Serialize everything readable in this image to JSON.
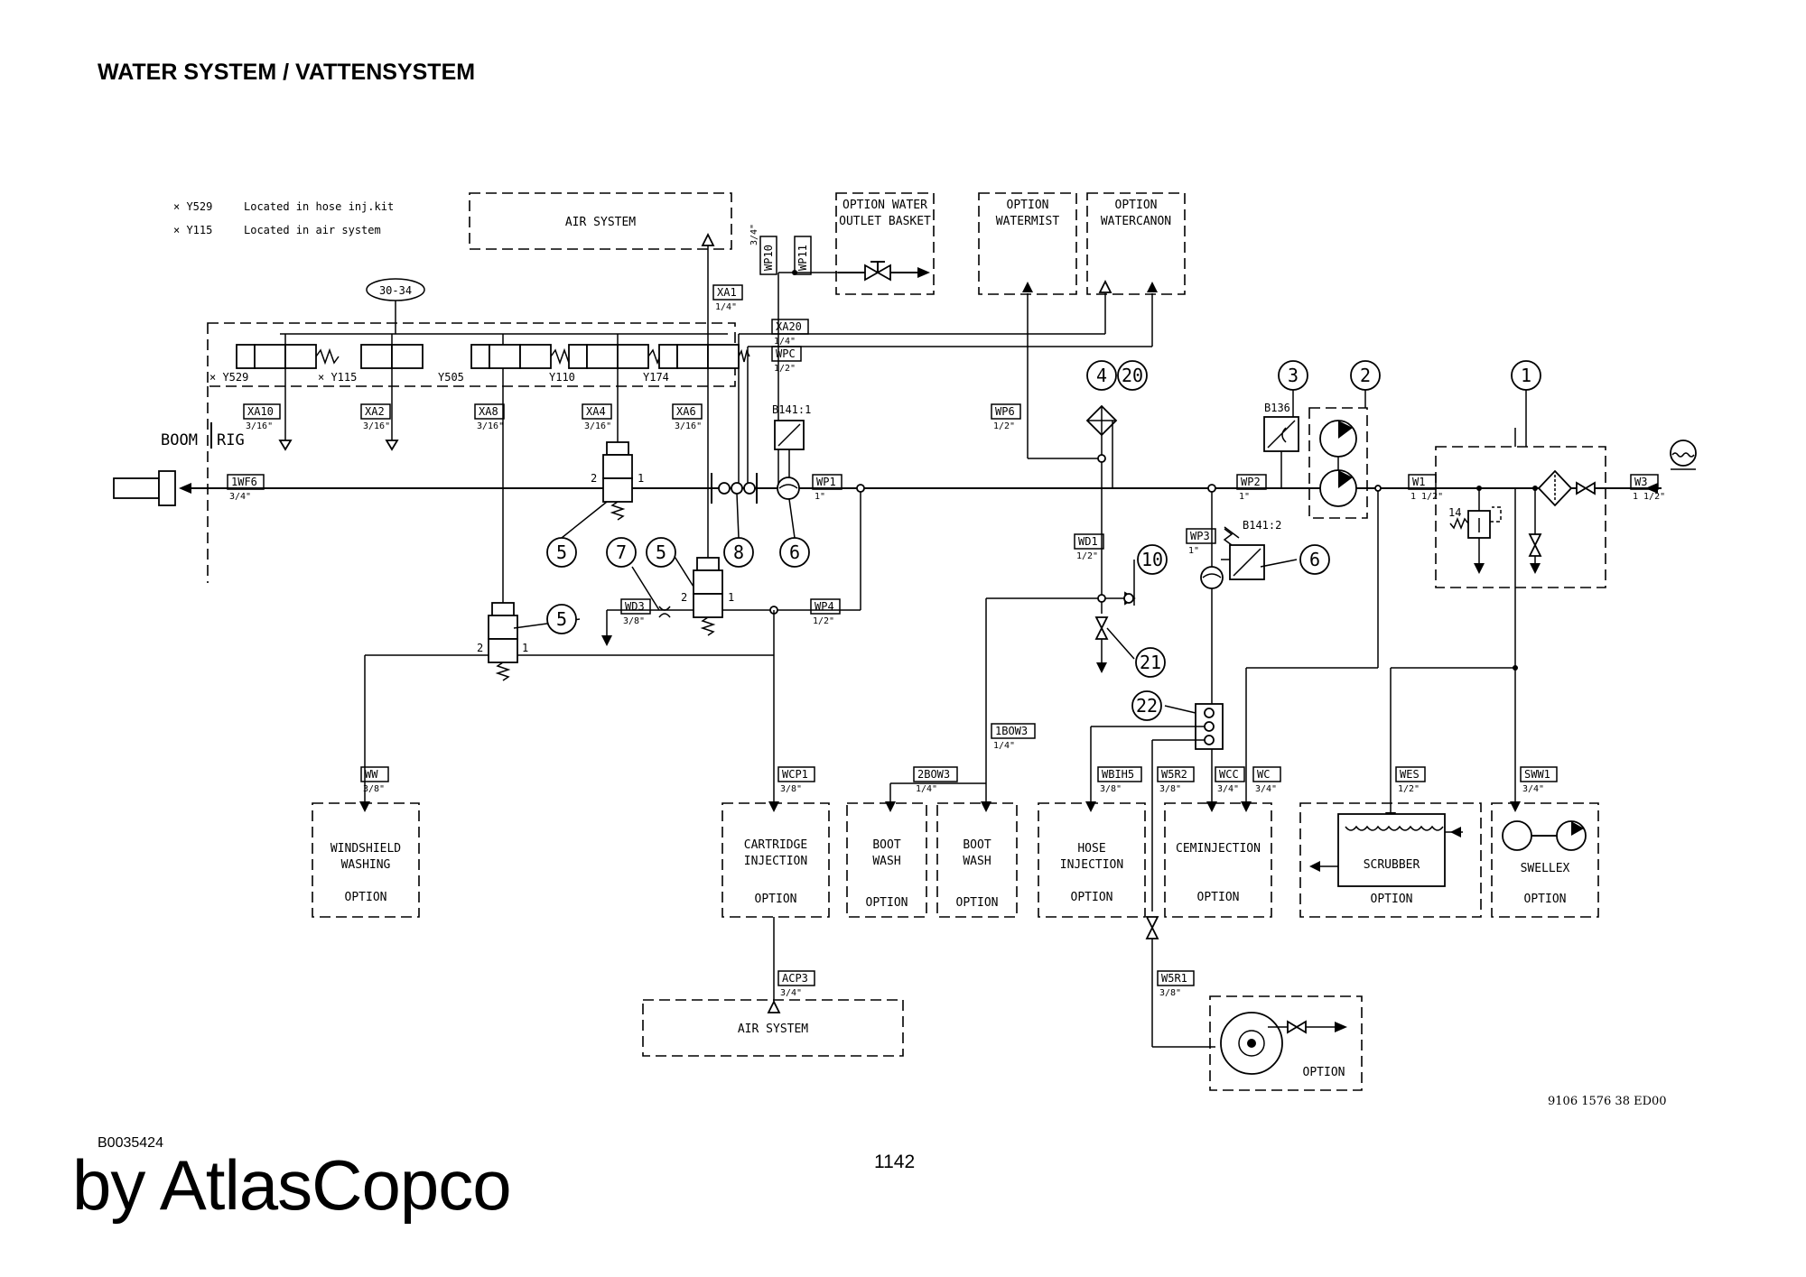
{
  "page": {
    "title": "WATER SYSTEM / VATTENSYSTEM",
    "doc_ref": "B0035424",
    "page_number": "1142",
    "brand": "by AtlasCopco",
    "drawing_number": "9106 1576 38 ED00"
  },
  "notes": [
    {
      "mark": "× Y529",
      "text": "Located in hose inj.kit"
    },
    {
      "mark": "× Y115",
      "text": "Located in air system"
    }
  ],
  "boxes": {
    "air_system_top": "AIR SYSTEM",
    "air_system_bottom": "AIR SYSTEM",
    "water_outlet": [
      "OPTION WATER",
      "OUTLET BASKET"
    ],
    "watermist": [
      "OPTION",
      "WATERMIST"
    ],
    "watercanon": [
      "OPTION",
      "WATERCANON"
    ],
    "windshield": [
      "WINDSHIELD",
      "WASHING",
      "OPTION"
    ],
    "cartridge": [
      "CARTRIDGE",
      "INJECTION",
      "OPTION"
    ],
    "bootwash1": [
      "BOOT",
      "WASH",
      "OPTION"
    ],
    "bootwash2": [
      "BOOT",
      "WASH",
      "OPTION"
    ],
    "hose_injection": [
      "HOSE",
      "INJECTION",
      "OPTION"
    ],
    "ceminjection": [
      "CEMINJECTION",
      "OPTION"
    ],
    "scrubber": [
      "SCRUBBER",
      "OPTION"
    ],
    "swellex": [
      "SWELLEX",
      "OPTION"
    ],
    "reel": "OPTION"
  },
  "labels": {
    "group": "30-34",
    "boom": "BOOM",
    "rig": "RIG",
    "valves": [
      "× Y529",
      "× Y115",
      "Y505",
      "Y110",
      "Y174"
    ],
    "sensors": [
      "B141:1",
      "B136",
      "B141:2"
    ],
    "port_1": "1",
    "port_2": "2",
    "relief_14": "14"
  },
  "hose_tags": [
    {
      "code": "XA10",
      "size": "3/16\""
    },
    {
      "code": "XA2",
      "size": "3/16\""
    },
    {
      "code": "XA8",
      "size": "3/16\""
    },
    {
      "code": "XA4",
      "size": "3/16\""
    },
    {
      "code": "XA6",
      "size": "3/16\""
    },
    {
      "code": "XA1",
      "size": "1/4\""
    },
    {
      "code": "XA20",
      "size": "1/4\""
    },
    {
      "code": "WPC",
      "size": "1/2\""
    },
    {
      "code": "WP10",
      "size": "3/4\""
    },
    {
      "code": "WP11",
      "size": ""
    },
    {
      "code": "1WF6",
      "size": "3/4\""
    },
    {
      "code": "WP1",
      "size": "1\""
    },
    {
      "code": "WP6",
      "size": "1/2\""
    },
    {
      "code": "WP2",
      "size": "1\""
    },
    {
      "code": "W1",
      "size": "1 1/2\""
    },
    {
      "code": "W3",
      "size": "1 1/2\""
    },
    {
      "code": "WD1",
      "size": "1/2\""
    },
    {
      "code": "WP3",
      "size": "1\""
    },
    {
      "code": "WD3",
      "size": "3/8\""
    },
    {
      "code": "WP4",
      "size": "1/2\""
    },
    {
      "code": "1BOW3",
      "size": "1/4\""
    },
    {
      "code": "2BOW3",
      "size": "1/4\""
    },
    {
      "code": "WW",
      "size": "3/8\""
    },
    {
      "code": "WCP1",
      "size": "3/8\""
    },
    {
      "code": "WBIH5",
      "size": "3/8\""
    },
    {
      "code": "W5R2",
      "size": "3/8\""
    },
    {
      "code": "WCC",
      "size": "3/4\""
    },
    {
      "code": "WC",
      "size": "3/4\""
    },
    {
      "code": "WES",
      "size": "1/2\""
    },
    {
      "code": "SWW1",
      "size": "3/4\""
    },
    {
      "code": "ACP3",
      "size": "3/4\""
    },
    {
      "code": "W5R1",
      "size": "3/8\""
    }
  ],
  "callouts": [
    "1",
    "2",
    "3",
    "4",
    "20",
    "5",
    "5",
    "5",
    "6",
    "6",
    "7",
    "8",
    "10",
    "21",
    "22"
  ],
  "colors": {
    "ink": "#000000",
    "paper": "#ffffff"
  }
}
